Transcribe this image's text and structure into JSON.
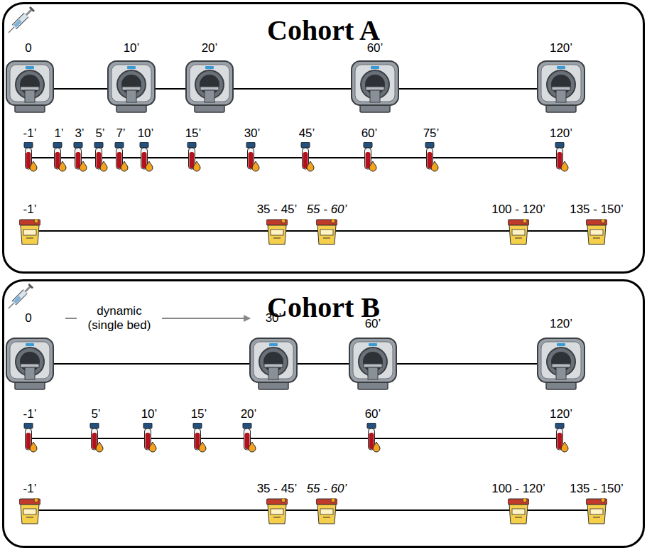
{
  "diagram": {
    "nodes": [
      {
        "text": [
          "Cohort A"
        ]
      },
      {
        "text": [
          "Cohort B"
        ]
      }
    ],
    "labels": [
      "0",
      "10’",
      "20’",
      "60’",
      "120’",
      "-1’",
      "1’",
      "3’",
      "5’",
      "7’",
      "10’",
      "15’",
      "30’",
      "45’",
      "60’",
      "75’",
      "120’",
      "-1’",
      "35 - 45’",
      "55 - 60’",
      "100 - 120’",
      "135 - 150’",
      "0",
      "dynamic (single bed)",
      "30’",
      "60’",
      "120’",
      "-1’",
      "5’",
      "10’",
      "15’",
      "20’",
      "60’",
      "120’",
      "-1’",
      "35 - 45’",
      "55 - 60’",
      "100 - 120’",
      "135 - 150’"
    ]
  }
}
